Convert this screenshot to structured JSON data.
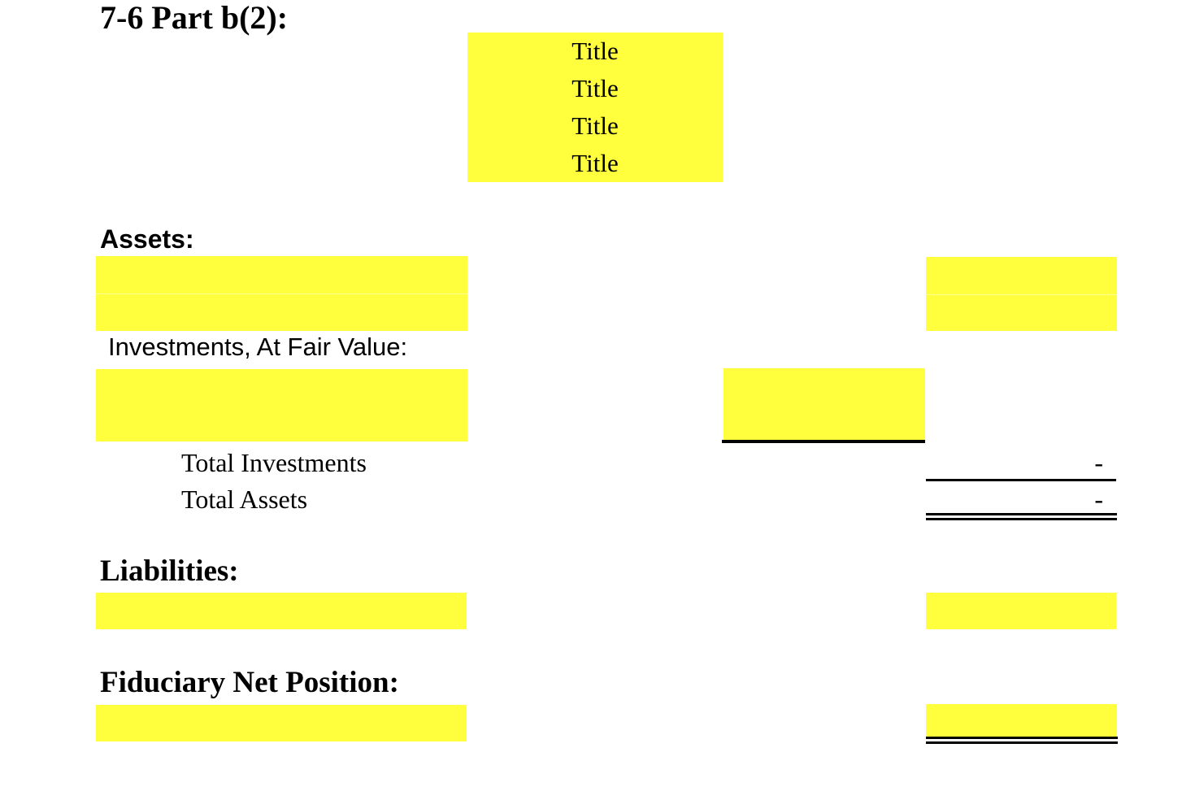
{
  "colors": {
    "background": "#ffffff",
    "highlight": "#ffff3d",
    "rule": "#000000"
  },
  "heading": {
    "text": "7-6 Part b(2):"
  },
  "statement_title_block": {
    "lines": [
      "Title",
      "Title",
      "Title",
      "Title"
    ]
  },
  "assets": {
    "heading": "Assets:",
    "investments_heading": "Investments, At Fair Value:",
    "total_investments": {
      "label": "Total Investments",
      "value": "-"
    },
    "total_assets": {
      "label": "Total Assets",
      "value": "-"
    }
  },
  "liabilities": {
    "heading": "Liabilities:"
  },
  "fiduciary_net_position": {
    "heading": "Fiduciary Net Position:"
  }
}
